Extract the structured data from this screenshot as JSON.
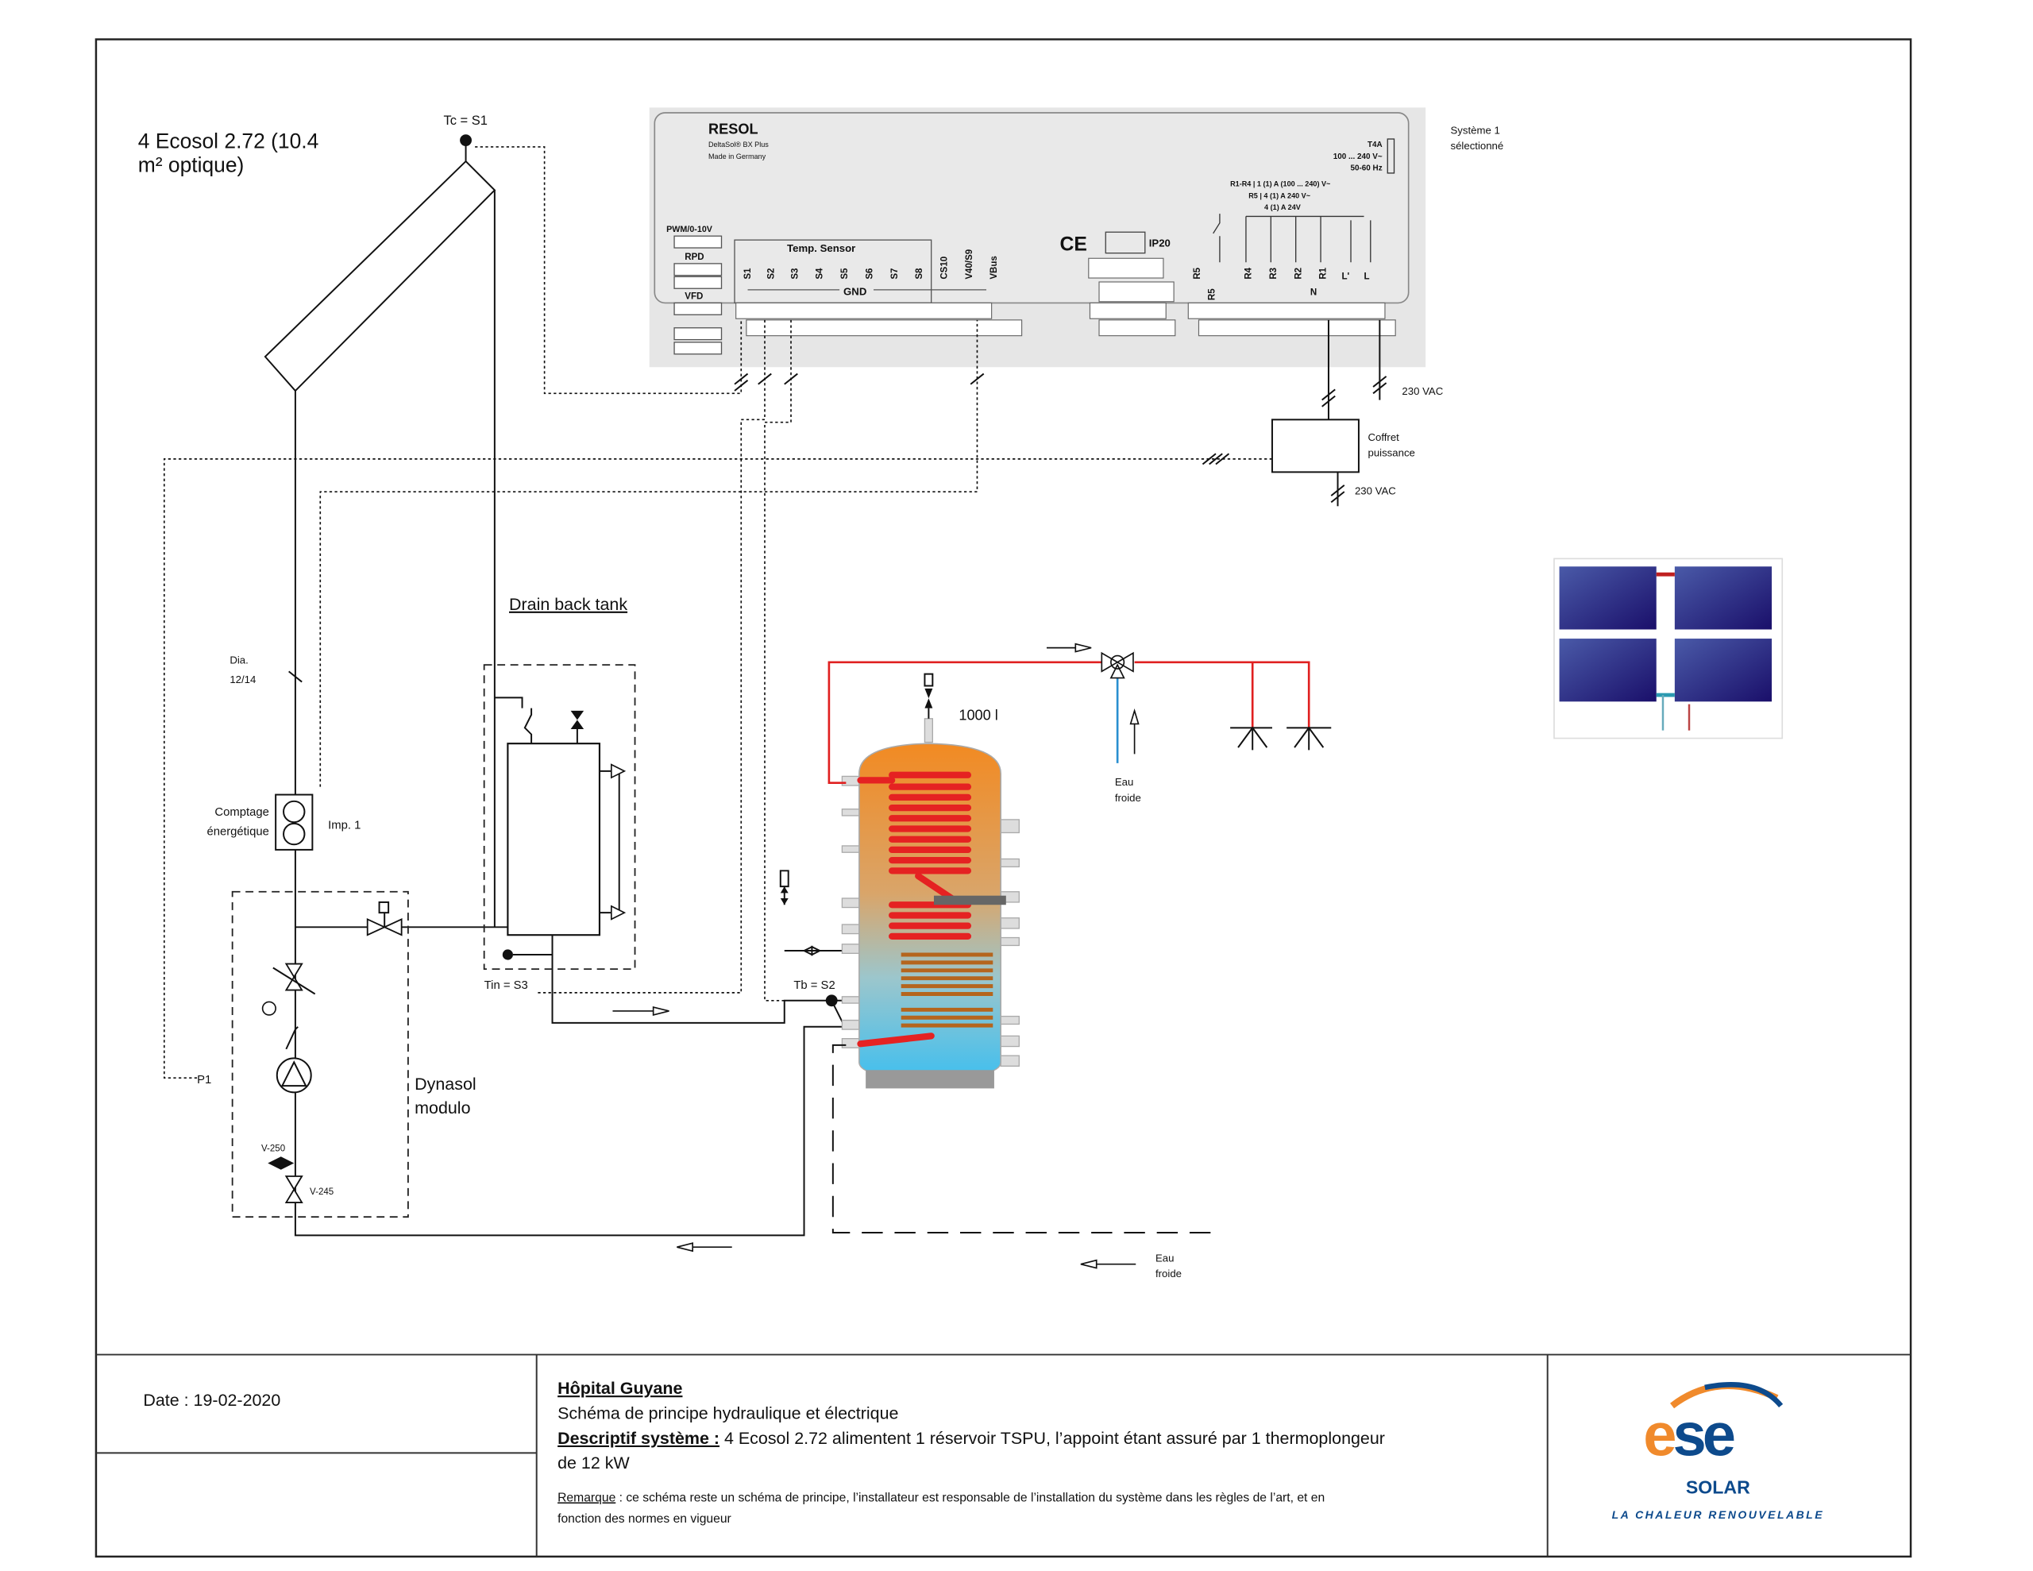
{
  "collector": {
    "title_line1": "4 Ecosol 2.72  (10.4",
    "title_line2": "m² optique)",
    "sensor": "Tc = S1"
  },
  "controller": {
    "brand": "RESOL",
    "model": "DeltaSol® BX Plus",
    "origin": "Made in Germany",
    "fuse": "T4A",
    "voltage": "100 ... 240 V~",
    "freq": "50-60 Hz",
    "relay_spec1": "R1-R4 | 1 (1) A (100 ... 240) V~",
    "relay_spec2": "R5 | 4 (1) A 240 V~",
    "relay_spec3": "4 (1) A 24V",
    "ports": [
      "PWM/0-10V",
      "RPD",
      "VFD"
    ],
    "temp_sensor": "Temp. Sensor",
    "sensor_terminals": [
      "S1",
      "S2",
      "S3",
      "S4",
      "S5",
      "S6",
      "S7",
      "S8",
      "CS10",
      "V40/S9",
      "VBus"
    ],
    "gnd": "GND",
    "ce": "CE",
    "ip": "IP20",
    "relay_terminals": [
      "R5",
      "R4",
      "R3",
      "R2",
      "R1",
      "L'",
      "L"
    ],
    "r5_lower": "R5",
    "n": "N"
  },
  "system_selected": {
    "line1": "Système 1",
    "line2": "sélectionné"
  },
  "power": {
    "vac_top": "230 VAC",
    "box_line1": "Coffret",
    "box_line2": "puissance",
    "vac_bottom": "230 VAC"
  },
  "labels": {
    "drain_back": "Drain back tank",
    "dia1": "Dia.",
    "dia2": "12/14",
    "meter1": "Comptage",
    "meter2": "énergétique",
    "imp": "Imp. 1",
    "p1": "P1",
    "dynasol1": "Dynasol",
    "dynasol2": "modulo",
    "v250": "V-250",
    "v245": "V-245",
    "tin": "Tin = S3",
    "tb": "Tb = S2",
    "volume": "1000 l",
    "eau1": "Eau",
    "froide1": "froide",
    "eau2": "Eau",
    "froide2": "froide"
  },
  "footer": {
    "date": "Date : 19-02-2020",
    "project": "Hôpital Guyane",
    "subtitle": "Schéma de principe hydraulique et électrique",
    "desc_label": "Descriptif système :",
    "desc_text": " 4 Ecosol 2.72 alimentent 1 réservoir TSPU, l’appoint étant assuré par 1 thermoplongeur",
    "desc_text2": "de 12 kW",
    "remark_label": "Remarque",
    "remark_text": " : ce schéma reste un schéma de principe, l’installateur est responsable de l’installation du système dans les règles de l’art, et en",
    "remark_text2": "fonction des normes en vigueur"
  },
  "logo": {
    "mark": "ese",
    "solar": "SOLAR",
    "tagline": "LA CHALEUR RENOUVELABLE"
  },
  "colors": {
    "hot": "#e02020",
    "cold": "#2a8fd0",
    "logo_orange": "#f08a2c",
    "logo_blue": "#0d4a8c"
  }
}
